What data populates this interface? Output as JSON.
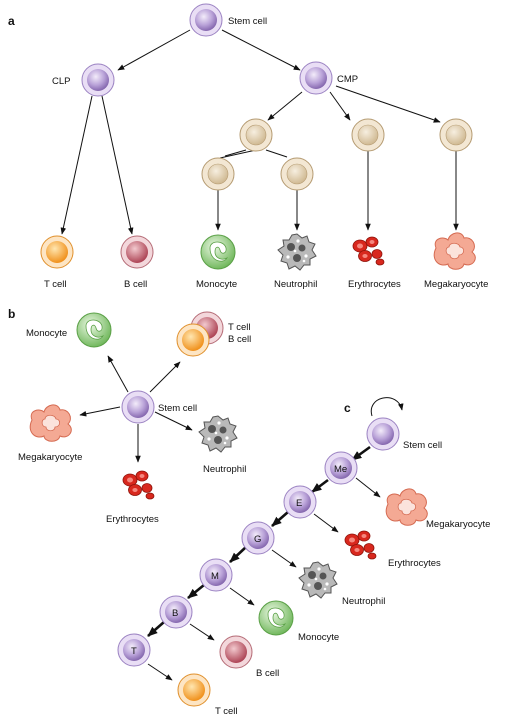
{
  "panels": {
    "a": {
      "letter": "a",
      "labels": {
        "stem_cell": "Stem cell",
        "clp": "CLP",
        "cmp": "CMP",
        "t_cell": "T cell",
        "b_cell": "B cell",
        "monocyte": "Monocyte",
        "neutrophil": "Neutrophil",
        "erythrocytes": "Erythrocytes",
        "megakaryocyte": "Megakaryocyte"
      }
    },
    "b": {
      "letter": "b",
      "labels": {
        "monocyte": "Monocyte",
        "t_cell": "T cell",
        "b_cell": "B cell",
        "stem_cell": "Stem cell",
        "megakaryocyte": "Megakaryocyte",
        "neutrophil": "Neutrophil",
        "erythrocytes": "Erythrocytes"
      }
    },
    "c": {
      "letter": "c",
      "nodes": {
        "me": "Me",
        "e": "E",
        "g": "G",
        "m": "M",
        "b": "B",
        "t": "T"
      },
      "labels": {
        "stem_cell": "Stem cell",
        "megakaryocyte": "Megakaryocyte",
        "erythrocytes": "Erythrocytes",
        "neutrophil": "Neutrophil",
        "monocyte": "Monocyte",
        "b_cell": "B cell",
        "t_cell": "T cell"
      }
    }
  },
  "colors": {
    "stem": "#8e6fb8",
    "progenitor": "#d8c3a0",
    "t_cell": "#f59a2a",
    "b_cell": "#b84a5a",
    "monocyte": "#7cc46a",
    "neutrophil": "#8c8c8c",
    "erythrocyte": "#d8281e",
    "megakaryocyte": "#f19a86"
  }
}
